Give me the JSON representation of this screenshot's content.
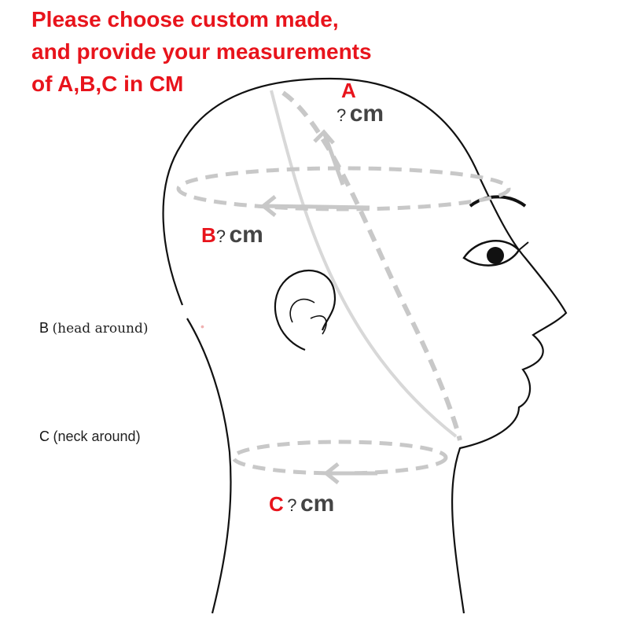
{
  "title": {
    "line1": "Please choose custom made,",
    "line2": "and provide your measurements",
    "line3": "of A,B,C in CM"
  },
  "measurements": {
    "a": {
      "letter": "A",
      "question": "?",
      "unit": "cm"
    },
    "b": {
      "letter": "B",
      "question": "?",
      "unit": "cm"
    },
    "c": {
      "letter": "C",
      "question": "?",
      "unit": "cm"
    }
  },
  "side_labels": {
    "b": {
      "key": "B",
      "desc": "(head  around)"
    },
    "c": {
      "key": "C",
      "desc": "(neck around)"
    }
  },
  "colors": {
    "title_red": "#e8141c",
    "outline": "#111111",
    "guide_gray": "#c8c8c8"
  }
}
